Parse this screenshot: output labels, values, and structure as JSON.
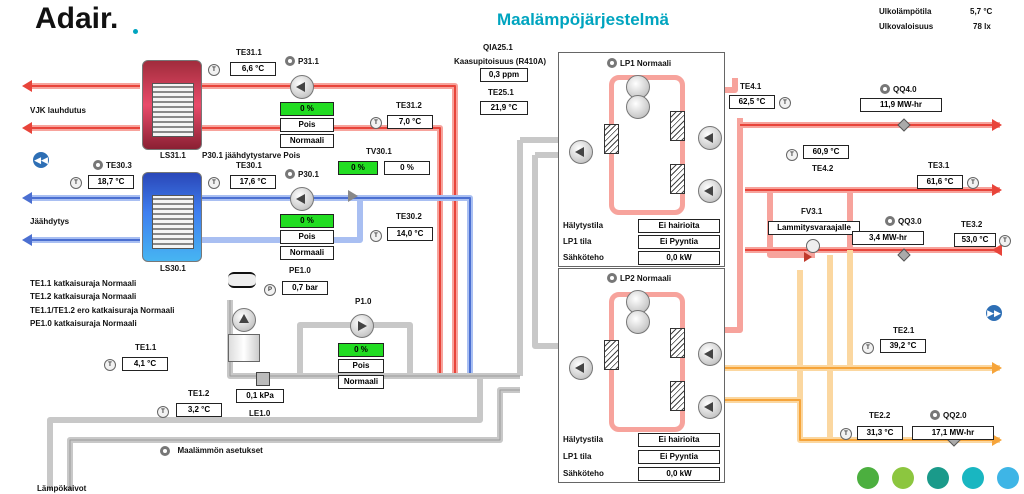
{
  "header": {
    "logo_text": "Adair.",
    "title": "Maalämpöjärjestelmä",
    "outdoor_temp_label": "Ulkolämpötila",
    "outdoor_temp_value": "5,7 °C",
    "outdoor_light_label": "Ulkovaloisuus",
    "outdoor_light_value": "78 lx"
  },
  "colors": {
    "accent_title": "#00a4bf",
    "hot_pipe": "#e8443a",
    "hot_pipe_light": "#f7a39c",
    "cold_pipe": "#4b6fd1",
    "cold_pipe_light": "#a9bff2",
    "warm_pipe": "#f6a43a",
    "warm_pipe_light": "#fbd7a0",
    "ground_pipe": "#bcbcbc",
    "running_green": "#22dd22"
  },
  "lines": {
    "vjk": "VJK lauhdutus",
    "jaahdytys": "Jäähdytys",
    "lampokaivot": "Lämpökaivot"
  },
  "tanks": {
    "ls31": "LS31.1",
    "ls30": "LS30.1",
    "cooling_demand": "P30.1 jäähdytystarve Pois"
  },
  "sensors": {
    "te311": {
      "tag": "TE31.1",
      "value": "6,6 °C"
    },
    "te303": {
      "tag": "TE30.3",
      "value": "18,7 °C"
    },
    "te301": {
      "tag": "TE30.1",
      "value": "17,6 °C"
    },
    "te312": {
      "tag": "TE31.2",
      "value": "7,0 °C"
    },
    "te302": {
      "tag": "TE30.2",
      "value": "14,0 °C"
    },
    "te251": {
      "tag": "TE25.1",
      "value": "21,9 °C"
    },
    "pe10": {
      "tag": "PE1.0",
      "value": "0,7 bar"
    },
    "te11": {
      "tag": "TE1.1",
      "value": "4,1 °C"
    },
    "te12": {
      "tag": "TE1.2",
      "value": "3,2 °C"
    },
    "le10": {
      "tag": "LE1.0",
      "value": "0,1 kPa"
    },
    "te41": {
      "tag": "TE4.1",
      "value": "62,5 °C"
    },
    "te42": {
      "tag": "TE4.2",
      "value": "60,9 °C"
    },
    "te31": {
      "tag": "TE3.1",
      "value": "61,6 °C"
    },
    "te32": {
      "tag": "TE3.2",
      "value": "53,0 °C"
    },
    "te21": {
      "tag": "TE2.1",
      "value": "39,2 °C"
    },
    "te22": {
      "tag": "TE2.2",
      "value": "31,3 °C"
    },
    "qia": {
      "tag": "QIA25.1",
      "sub": "Kaasupitoisuus (R410A)",
      "value": "0,3 ppm"
    }
  },
  "pumps": {
    "p311": {
      "tag": "P31.1",
      "speed": "0 %",
      "state": "Pois",
      "mode": "Normaali"
    },
    "p301": {
      "tag": "P30.1",
      "speed": "0 %",
      "state": "Pois",
      "mode": "Normaali"
    },
    "p10": {
      "tag": "P1.0",
      "speed": "0 %",
      "state": "Pois",
      "mode": "Normaali"
    }
  },
  "valves": {
    "tv301": {
      "tag": "TV30.1",
      "pos": "0 %",
      "value": "0 %"
    },
    "fv31": {
      "tag": "FV3.1",
      "value": "Lammitysvaraajalle"
    }
  },
  "meters": {
    "qq40": {
      "tag": "QQ4.0",
      "value": "11,9 MW-hr"
    },
    "qq30": {
      "tag": "QQ3.0",
      "value": "3,4 MW-hr"
    },
    "qq20": {
      "tag": "QQ2.0",
      "value": "17,1 MW-hr"
    }
  },
  "alarms": [
    "TE1.1 katkaisuraja Normaali",
    "TE1.2 katkaisuraja Normaali",
    "TE1.1/TE1.2 ero katkaisuraja Normaali",
    "PE1.0 katkaisuraja Normaali"
  ],
  "settings_link": "Maalämmön asetukset",
  "heat_pumps": [
    {
      "title": "LP1 Normaali",
      "alarm_label": "Hälytystila",
      "alarm_value": "Ei hairioita",
      "state_label": "LP1 tila",
      "state_value": "Ei Pyyntia",
      "power_label": "Sähköteho",
      "power_value": "0,0 kW"
    },
    {
      "title": "LP2 Normaali",
      "alarm_label": "Hälytystila",
      "alarm_value": "Ei hairioita",
      "state_label": "LP1 tila",
      "state_value": "Ei Pyyntia",
      "power_label": "Sähköteho",
      "power_value": "0,0 kW"
    }
  ],
  "nav": {
    "prev": "◀◀",
    "next": "▶▶"
  },
  "bottom_dots": [
    "#4caf3f",
    "#8cc63f",
    "#1a9a8a",
    "#19b6c1",
    "#3eb5e6"
  ]
}
